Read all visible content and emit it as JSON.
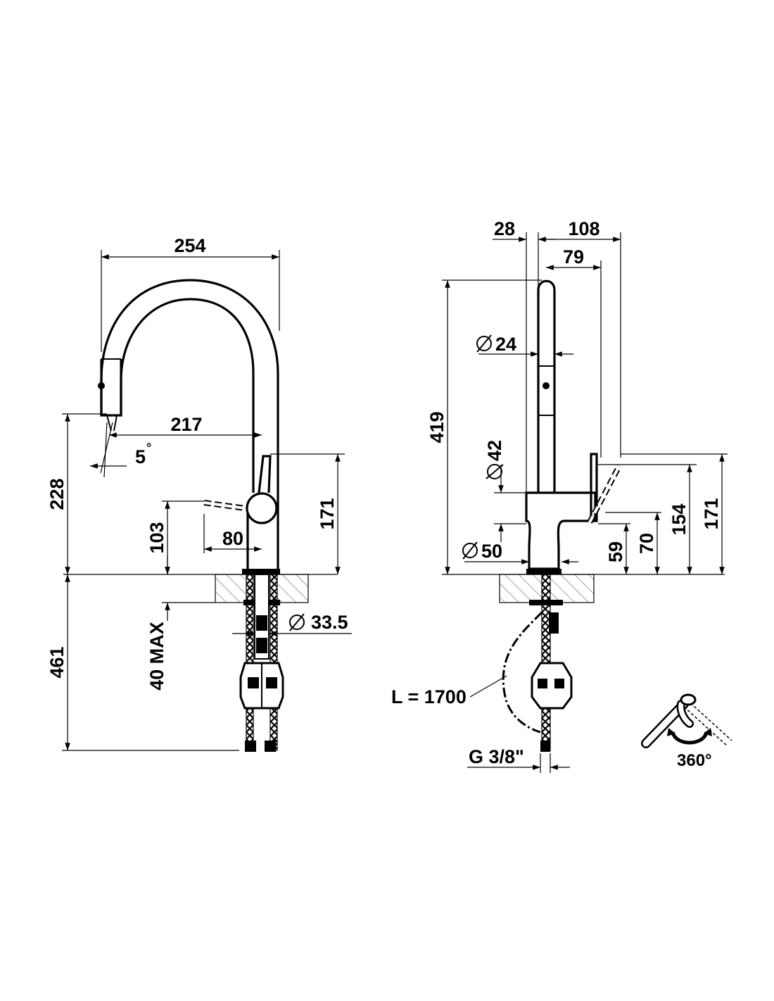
{
  "front_view": {
    "width_total": "254",
    "spout_reach": "217",
    "spout_angle": "5",
    "degree_symbol": "°",
    "spout_height": "228",
    "handle_height": "103",
    "handle_offset": "80",
    "lever_height": "171",
    "below_counter_length": "461",
    "counter_thickness": "40 MAX",
    "shank_diameter": "33.5"
  },
  "side_view": {
    "top_offset": "28",
    "top_width": "108",
    "spout_offset": "79",
    "total_height": "419",
    "spout_diameter": "24",
    "body_diameter": "42",
    "base_diameter": "50",
    "lever_low": "59",
    "lever_mid": "70",
    "lever_top_short": "154",
    "lever_top": "171",
    "hose_length": "L = 1700",
    "thread": "G 3/8\""
  },
  "rotation": {
    "label": "360°"
  }
}
